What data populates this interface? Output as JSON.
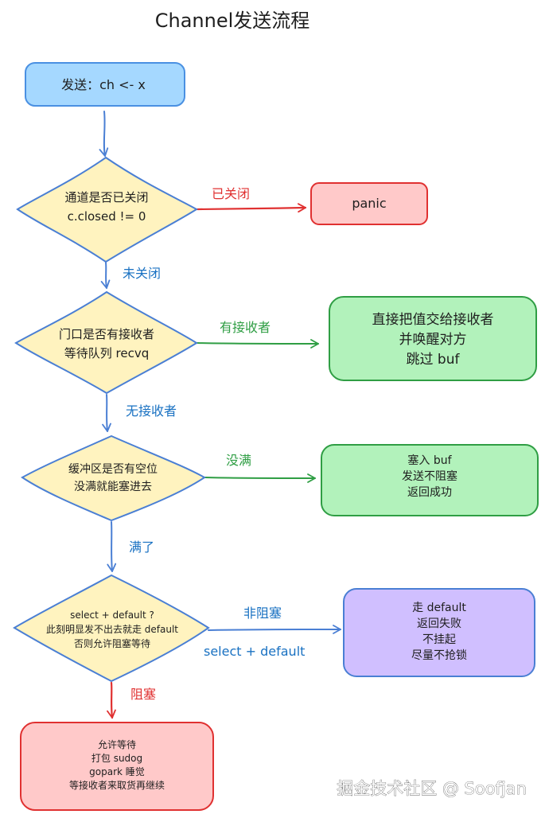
{
  "title": "Channel发送流程",
  "watermark": "掘金技术社区 @ Soofjan",
  "colors": {
    "blue_fill": "#a5d8ff",
    "blue_stroke": "#4a90e2",
    "yellow_fill": "#fff3bf",
    "yellow_stroke": "#4a7fd4",
    "red_fill": "#ffc9c9",
    "red_stroke": "#e03131",
    "green_fill": "#b2f2bb",
    "green_stroke": "#2f9e44",
    "purple_fill": "#d0bfff",
    "purple_stroke": "#4a7fd4",
    "arrow_blue": "#4a7fd4",
    "arrow_red": "#e03131",
    "arrow_green": "#2f9e44",
    "label_blue": "#1971c2",
    "label_red": "#e03131",
    "label_green": "#2f9e44"
  },
  "nodes": {
    "start": {
      "lines": [
        "发送：ch <- x"
      ]
    },
    "d1": {
      "lines": [
        "通道是否已关闭",
        "c.closed != 0"
      ]
    },
    "panic": {
      "lines": [
        "panic"
      ]
    },
    "d2": {
      "lines": [
        "门口是否有接收者",
        "等待队列 recvq"
      ]
    },
    "direct": {
      "lines": [
        "直接把值交给接收者",
        "并唤醒对方",
        "跳过 buf"
      ]
    },
    "d3": {
      "lines": [
        "缓冲区是否有空位",
        "没满就能塞进去"
      ]
    },
    "buffer": {
      "lines": [
        "塞入 buf",
        "发送不阻塞",
        "返回成功"
      ]
    },
    "d4": {
      "lines": [
        "select + default ?",
        "此刻明显发不出去就走 default",
        "否则允许阻塞等待"
      ]
    },
    "nonblock": {
      "lines": [
        "走 default",
        "返回失败",
        "不挂起",
        "尽量不抢锁"
      ]
    },
    "block": {
      "lines": [
        "允许等待",
        "打包 sudog",
        "gopark 睡觉",
        "等接收者来取货再继续"
      ]
    }
  },
  "edge_labels": {
    "closed": "已关闭",
    "not_closed": "未关闭",
    "has_receiver": "有接收者",
    "no_receiver": "无接收者",
    "not_full": "没满",
    "full": "满了",
    "non_blocking": "非阻塞",
    "select_default": "select + default",
    "blocking": "阻塞"
  }
}
